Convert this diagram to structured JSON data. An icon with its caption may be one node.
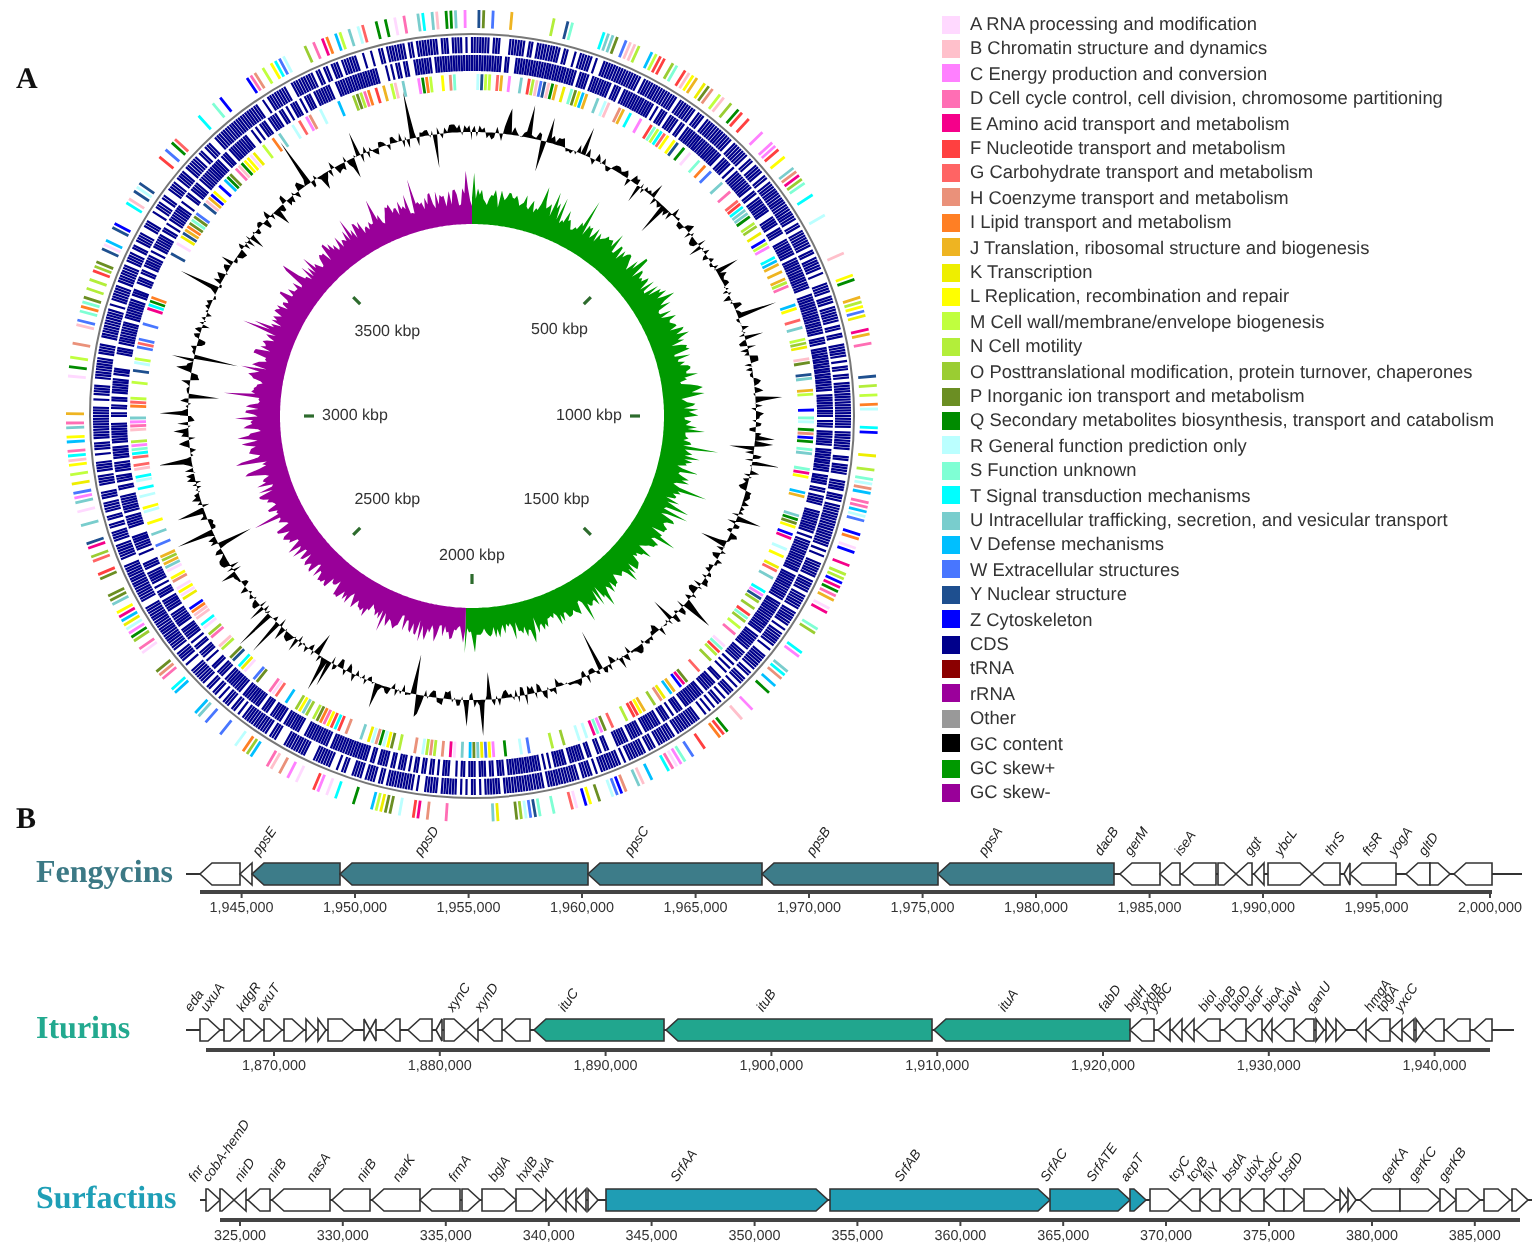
{
  "diagram": {
    "labels": [
      "A",
      "3500 kbp",
      "500 kbp",
      "3000 kbp",
      "1000 kbp",
      "2500 kbp",
      "1500 kbp",
      "2000 kbp",
      "B",
      "Fengycins",
      "ppsE",
      "ppsD",
      "ppsC",
      "ppsB",
      "ppsA",
      "dacB",
      "gerM",
      "iseA",
      "ggt",
      "ybcL",
      "thrS",
      "ftsR",
      "yogA",
      "gltD",
      "1,945,000",
      "1,950,000",
      "1,955,000",
      "1,960,000",
      "1,965,000",
      "1,970,000",
      "1,975,000",
      "1,980,000",
      "1,985,000",
      "1,990,000",
      "1,995,000",
      "2,000,000",
      "Iturins",
      "eda",
      "uxuA",
      "kdgR",
      "exuT",
      "xynC",
      "xynD",
      "ituC",
      "ituB",
      "ituA",
      "fabD",
      "bglH",
      "yxbB",
      "yxbC",
      "bioI",
      "bioB",
      "bioD",
      "bioF",
      "bioA",
      "bioW",
      "ganU",
      "hmgA",
      "tpgA",
      "yxcC",
      "1,870,000",
      "1,880,000",
      "1,890,000",
      "1,900,000",
      "1,910,000",
      "1,920,000",
      "1,930,000",
      "1,940,000",
      "Surfactins",
      "fnr",
      "cobA-hemD",
      "nirD",
      "nirB",
      "nasA",
      "nirB",
      "narK",
      "frmA",
      "bglA",
      "hxlB",
      "hxlA",
      "SrfAA",
      "SrfAB",
      "SrfAC",
      "SrfATE",
      "acpT",
      "tcyC",
      "tcyB",
      "fliY",
      "bsdA",
      "ubiX",
      "bsdC",
      "bsdD",
      "gerKA",
      "gerKC",
      "gerKB",
      "325,000",
      "330,000",
      "335,000",
      "340,000",
      "345,000",
      "350,000",
      "355,000",
      "360,000",
      "365,000",
      "370,000",
      "375,000",
      "380,000",
      "385,000"
    ],
    "legend": [
      {
        "text": "A RNA processing and modification",
        "color": "#ffd9ff"
      },
      {
        "text": "B Chromatin structure and dynamics",
        "color": "#ffc0cb"
      },
      {
        "text": "C Energy production and conversion",
        "color": "#ff80ff"
      },
      {
        "text": "D Cell cycle control, cell division, chromosome partitioning",
        "color": "#ff6eb4"
      },
      {
        "text": "E Amino acid transport and metabolism",
        "color": "#f5008a"
      },
      {
        "text": "F Nucleotide transport and metabolism",
        "color": "#ff4040"
      },
      {
        "text": "G Carbohydrate transport and metabolism",
        "color": "#ff6464"
      },
      {
        "text": "H Coenzyme transport and metabolism",
        "color": "#ea917a"
      },
      {
        "text": "I Lipid transport and metabolism",
        "color": "#ff7f24"
      },
      {
        "text": "J Translation, ribosomal structure and biogenesis",
        "color": "#eeb422"
      },
      {
        "text": "K Transcription",
        "color": "#eeee00"
      },
      {
        "text": "L Replication, recombination and repair",
        "color": "#ffff00"
      },
      {
        "text": "M Cell wall/membrane/envelope biogenesis",
        "color": "#c0ff3e"
      },
      {
        "text": "N Cell motility",
        "color": "#b3ee3a"
      },
      {
        "text": "O Posttranslational modification, protein turnover, chaperones",
        "color": "#9acd32"
      },
      {
        "text": "P Inorganic ion transport and metabolism",
        "color": "#6b8e23"
      },
      {
        "text": "Q Secondary metabolites biosynthesis, transport and catabolism",
        "color": "#008b00"
      },
      {
        "text": "R General function prediction only",
        "color": "#bbffff"
      },
      {
        "text": "S Function unknown",
        "color": "#7fffd4"
      },
      {
        "text": "T Signal transduction mechanisms",
        "color": "#00ffff"
      },
      {
        "text": "U Intracellular trafficking, secretion, and vesicular transport",
        "color": "#79cdcd"
      },
      {
        "text": "V Defense mechanisms",
        "color": "#00bfff"
      },
      {
        "text": "W Extracellular structures",
        "color": "#4876ff"
      },
      {
        "text": "Y Nuclear structure",
        "color": "#1e4f8f"
      },
      {
        "text": "Z Cytoskeleton",
        "color": "#0000ff"
      },
      {
        "text": "CDS",
        "color": "#00008b"
      },
      {
        "text": "tRNA",
        "color": "#8b0000"
      },
      {
        "text": "rRNA",
        "color": "#9b009b"
      },
      {
        "text": "Other",
        "color": "#999999"
      },
      {
        "text": "GC content",
        "color": "#000000"
      },
      {
        "text": "GC skew+",
        "color": "#009900"
      },
      {
        "text": "GC skew-",
        "color": "#990099"
      }
    ]
  }
}
